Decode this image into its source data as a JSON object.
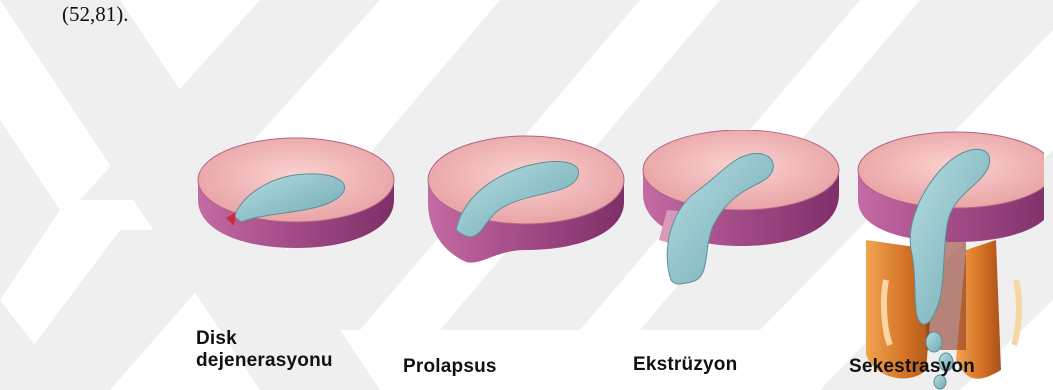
{
  "citation": "(52,81).",
  "figure": {
    "stages": [
      {
        "id": "disk-degeneration",
        "label_line1": "Disk",
        "label_line2": "dejenerasyonu"
      },
      {
        "id": "prolapse",
        "label": "Prolapsus"
      },
      {
        "id": "extrusion",
        "label": "Ekstrüzyon"
      },
      {
        "id": "sequestration",
        "label": "Sekestrasyon"
      }
    ]
  },
  "colors": {
    "disc_side": "#a94d8a",
    "disc_top": "#f2b7b5",
    "nucleus": "#8fc1c9",
    "vertebra": "#d9782c",
    "watermark": "#eeeeee"
  }
}
